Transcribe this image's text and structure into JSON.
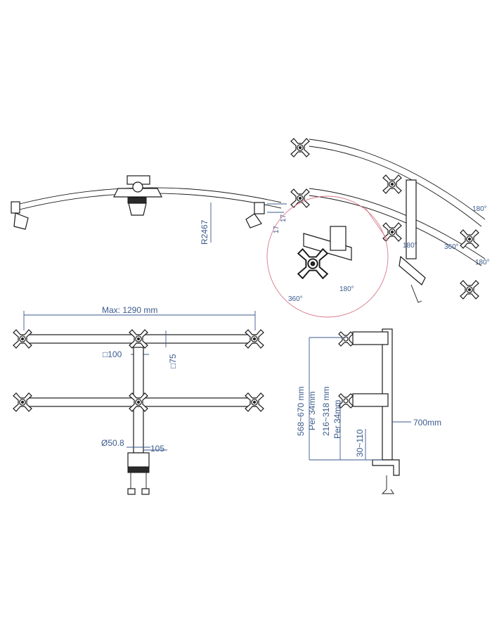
{
  "dimensions": {
    "radius": "R2467",
    "tilt_upper": "17",
    "tilt_lower": "17",
    "max_width": "Max: 1290  mm",
    "vesa_width": "□100",
    "vesa_height": "□75",
    "pole_diameter": "Ø50.8",
    "pole_offset": "105",
    "range_top": "568~670  mm",
    "range_top_step": "Per  34mm",
    "range_mid": "216~318  mm",
    "range_mid_step": "Per  34mm",
    "range_bottom": "30~110",
    "pole_height": "700mm"
  },
  "rotations": {
    "swivel_upper": "180°",
    "rotate_right": "360°",
    "swivel_right": "180°",
    "swivel_mid": "180°",
    "detail_rotate": "360°",
    "detail_swivel": "180°"
  },
  "colors": {
    "line": "#1a1a1a",
    "dimension": "#3a5a8c",
    "detail_circle": "#d87a8a"
  }
}
